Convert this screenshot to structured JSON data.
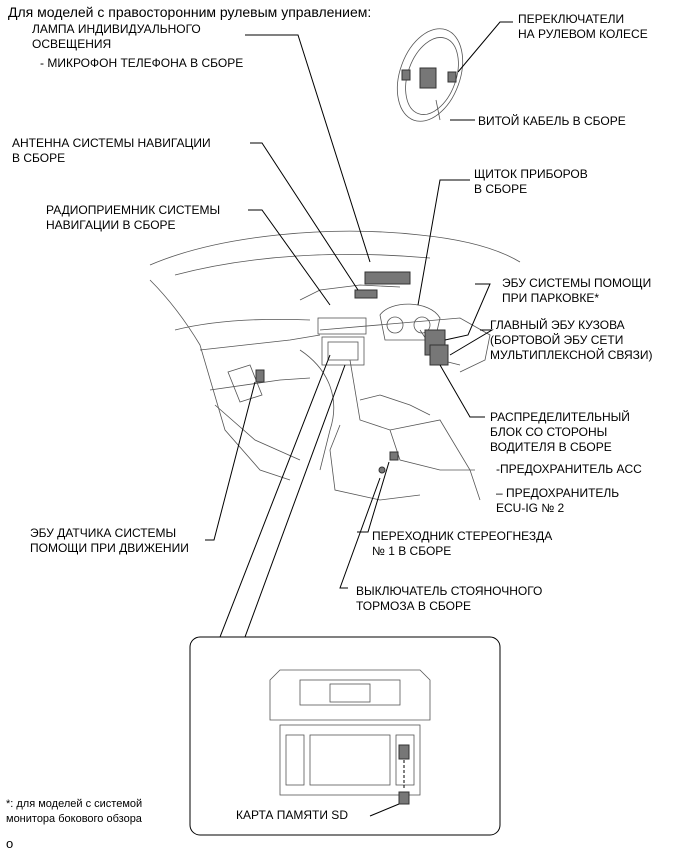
{
  "title": "Для моделей с правосторонним рулевым управлением:",
  "labels": {
    "lamp_line1": "ЛАМПА ИНДИВИДУАЛЬНОГО",
    "lamp_line2": "ОСВЕЩЕНИЯ",
    "mic": "- МИКРОФОН ТЕЛЕФОНА В СБОРЕ",
    "steering_sw_line1": "ПЕРЕКЛЮЧАТЕЛИ",
    "steering_sw_line2": "НА РУЛЕВОМ КОЛЕСЕ",
    "spiral_cable": "ВИТОЙ КАБЕЛЬ В СБОРЕ",
    "antenna_line1": "АНТЕННА СИСТЕМЫ НАВИГАЦИИ",
    "antenna_line2": "В СБОРЕ",
    "cluster_line1": "ЩИТОК ПРИБОРОВ",
    "cluster_line2": "В СБОРЕ",
    "radio_line1": "РАДИОПРИЕМНИК СИСТЕМЫ",
    "radio_line2": "НАВИГАЦИИ В СБОРЕ",
    "parking_ecu_line1": "ЭБУ СИСТЕМЫ ПОМОЩИ",
    "parking_ecu_line2": "ПРИ ПАРКОВКЕ*",
    "body_ecu_line1": "ГЛАВНЫЙ ЭБУ КУЗОВА",
    "body_ecu_line2": "(БОРТОВОЙ ЭБУ СЕТИ",
    "body_ecu_line3": "МУЛЬТИПЛЕКСНОЙ СВЯЗИ)",
    "jb_line1": "РАСПРЕДЕЛИТЕЛЬНЫЙ",
    "jb_line2": "БЛОК СО СТОРОНЫ",
    "jb_line3": "ВОДИТЕЛЯ В СБОРЕ",
    "fuse_acc": "-ПРЕДОХРАНИТЕЛЬ ACC",
    "fuse_ecu_line1": "– ПРЕДОХРАНИТЕЛЬ",
    "fuse_ecu_line2": "ECU-IG № 2",
    "sensor_ecu_line1": "ЭБУ ДАТЧИКА СИСТЕМЫ",
    "sensor_ecu_line2": "ПОМОЩИ ПРИ ДВИЖЕНИИ",
    "stereo_jack_line1": "ПЕРЕХОДНИК СТЕРЕОГНЕЗДА",
    "stereo_jack_line2": "№ 1 В СБОРЕ",
    "parking_brake_line1": "ВЫКЛЮЧАТЕЛЬ СТОЯНОЧНОГО",
    "parking_brake_line2": "ТОРМОЗА В СБОРЕ",
    "sd_card": "КАРТА ПАМЯТИ SD",
    "footnote_line1": "*: для моделей с системой",
    "footnote_line2": "монитора бокового обзора",
    "corner_mark": "o"
  }
}
